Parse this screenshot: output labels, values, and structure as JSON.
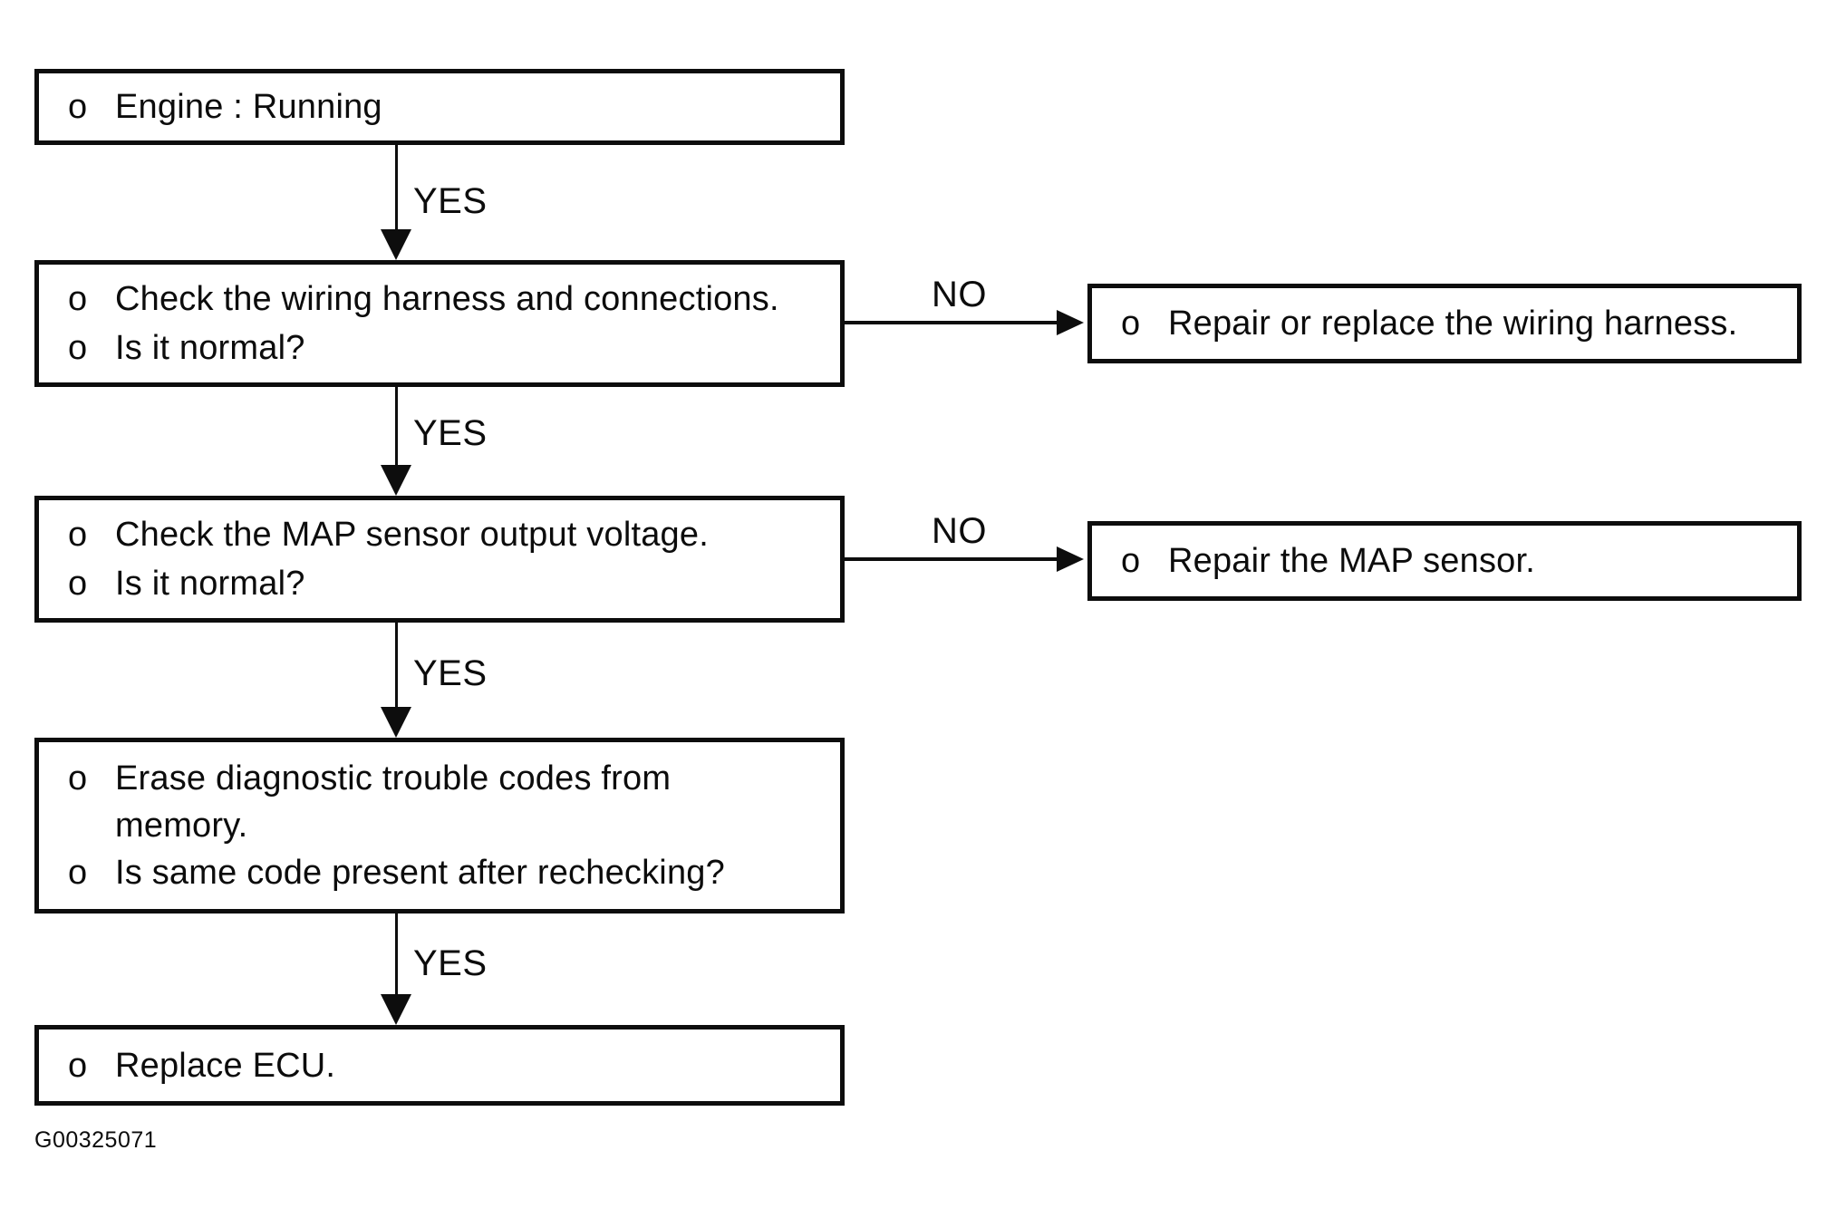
{
  "bullet": "o",
  "labels": {
    "yes": "YES",
    "no": "NO"
  },
  "figure_code": "G00325071",
  "boxes": {
    "engine": {
      "lines": [
        "Engine : Running"
      ]
    },
    "check_wiring": {
      "lines": [
        "Check the wiring harness and connections.",
        "Is it normal?"
      ]
    },
    "repair_wiring": {
      "lines": [
        "Repair or replace the wiring harness."
      ]
    },
    "check_map": {
      "lines": [
        "Check the MAP sensor output voltage.",
        "Is it normal?"
      ]
    },
    "repair_map": {
      "lines": [
        "Repair the MAP sensor."
      ]
    },
    "erase_codes": {
      "display_lines": [
        {
          "bullet": true,
          "text": "Erase diagnostic trouble codes from"
        },
        {
          "bullet": false,
          "text": "memory."
        },
        {
          "bullet": true,
          "text": "Is same code present after rechecking?"
        }
      ]
    },
    "replace_ecu": {
      "lines": [
        "Replace ECU."
      ]
    }
  }
}
